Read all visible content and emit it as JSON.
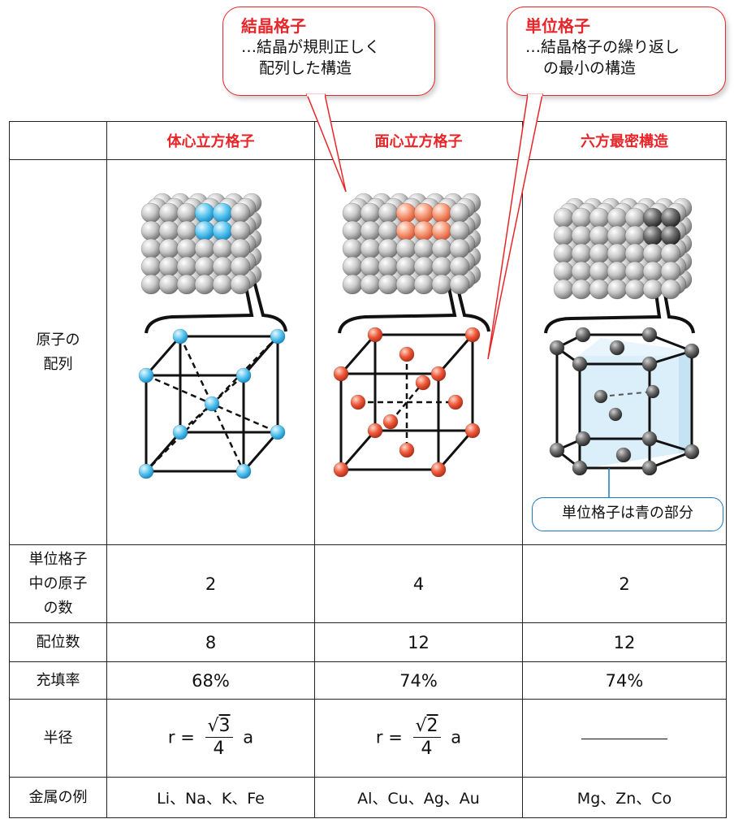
{
  "callouts": {
    "crystal": {
      "title": "結晶格子",
      "line1": "…結晶が規則正しく",
      "line2": "配列した構造"
    },
    "unit": {
      "title": "単位格子",
      "line1": "…結晶格子の繰り返し",
      "line2": "の最小の構造"
    }
  },
  "columns": [
    "体心立方格子",
    "面心立方格子",
    "六方最密構造"
  ],
  "rows": {
    "arrangement": {
      "label_line1": "原子の",
      "label_line2": "配列"
    },
    "atoms_per_cell": {
      "label_line1": "単位格子",
      "label_line2": "中の原子",
      "label_line3": "の数",
      "values": [
        "2",
        "4",
        "2"
      ]
    },
    "coordination": {
      "label": "配位数",
      "values": [
        "8",
        "12",
        "12"
      ]
    },
    "packing": {
      "label": "充填率",
      "values": [
        "68%",
        "74%",
        "74%"
      ]
    },
    "radius": {
      "label": "半径",
      "bcc": {
        "r": "r",
        "eq": "=",
        "root": "3",
        "den": "4",
        "a": "a"
      },
      "fcc": {
        "r": "r",
        "eq": "=",
        "root": "2",
        "den": "4",
        "a": "a"
      }
    },
    "metals": {
      "label": "金属の例",
      "values": [
        "Li、Na、K、Fe",
        "Al、Cu、Ag、Au",
        "Mg、Zn、Co"
      ]
    }
  },
  "hcp_note": "単位格子は青の部分",
  "colors": {
    "accent_red": "#e8262a",
    "bcc_blue": "#3fb6e8",
    "fcc_orange": "#f08a6a",
    "hcp_blue": "#1a7bc0"
  }
}
